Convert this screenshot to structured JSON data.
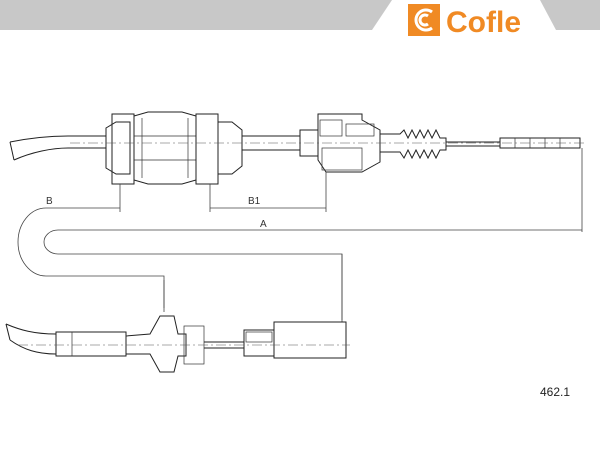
{
  "brand": {
    "name": "Cofle",
    "color": "#f08a24",
    "banner_color": "#c8c8c8"
  },
  "dimensions": {
    "a": "A",
    "b": "B",
    "b1": "B1"
  },
  "part_number": "462.1"
}
